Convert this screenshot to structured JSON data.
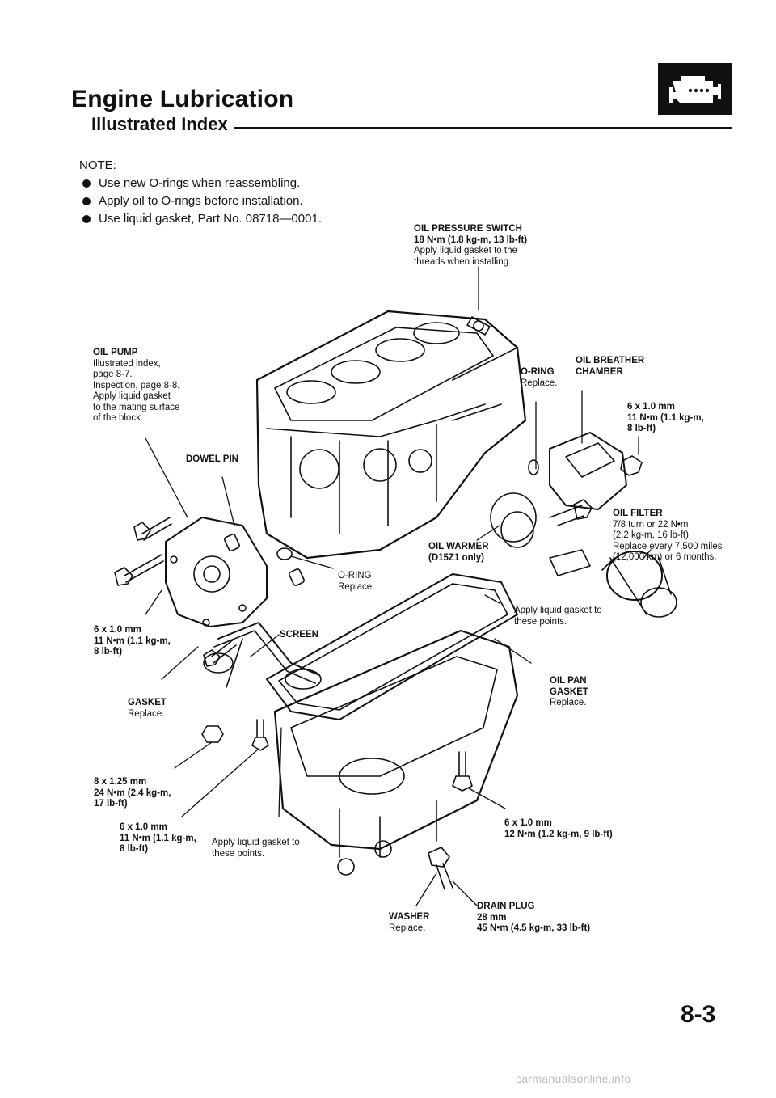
{
  "header": {
    "title": "Engine Lubrication",
    "subtitle": "Illustrated Index",
    "badge_icon": "engine-icon"
  },
  "notes": {
    "heading": "NOTE:",
    "items": [
      "Use new O-rings when reassembling.",
      "Apply oil to O-rings before installation.",
      "Use liquid gasket, Part No. 08718—0001."
    ]
  },
  "callouts": {
    "oil_pressure_switch": {
      "name": "OIL PRESSURE SWITCH",
      "spec": "18 N•m (1.8 kg-m, 13 lb-ft)",
      "note1": "Apply liquid gasket to the",
      "note2": "threads when installing."
    },
    "oil_pump": {
      "name": "OIL PUMP",
      "line1": "Illustrated index,",
      "line2": "page 8-7.",
      "line3": "Inspection, page 8-8.",
      "line4": "Apply liquid gasket",
      "line5": "to the mating surface",
      "line6": "of the block."
    },
    "o_ring_top": {
      "name": "O-RING",
      "note": "Replace."
    },
    "oil_breather": {
      "name1": "OIL BREATHER",
      "name2": "CHAMBER"
    },
    "breather_bolt": {
      "line1": "6 x 1.0 mm",
      "line2": "11 N•m (1.1 kg-m,",
      "line3": "8 lb-ft)"
    },
    "dowel_pin": {
      "name": "DOWEL PIN"
    },
    "oil_filter": {
      "name": "OIL FILTER",
      "line1": "7/8 turn or 22 N•m",
      "line2": "(2.2 kg-m, 16 lb-ft)",
      "line3": "Replace every 7,500 miles",
      "line4": "(12,000 km) or 6 months."
    },
    "oil_warmer": {
      "name": "OIL WARMER",
      "note": "(D15Z1 only)"
    },
    "o_ring_mid": {
      "name": "O-RING",
      "note": "Replace."
    },
    "pump_bolt": {
      "line1": "6 x 1.0 mm",
      "line2": "11 N•m (1.1 kg-m,",
      "line3": "8 lb-ft)"
    },
    "liquid_gasket_right": {
      "line1": "Apply liquid gasket to",
      "line2": "these points."
    },
    "screen": {
      "name": "SCREEN"
    },
    "oil_pan_gasket": {
      "name1": "OIL PAN",
      "name2": "GASKET",
      "note": "Replace."
    },
    "gasket": {
      "name": "GASKET",
      "note": "Replace."
    },
    "bolt_8x125": {
      "line1": "8 x 1.25 mm",
      "line2": "24 N•m (2.4 kg-m,",
      "line3": "17 lb-ft)"
    },
    "bolt_6x10_bottom": {
      "line1": "6 x 1.0 mm",
      "line2": "11 N•m (1.1 kg-m,",
      "line3": "8 lb-ft)"
    },
    "liquid_gasket_bottom": {
      "line1": "Apply liquid gasket to",
      "line2": "these points."
    },
    "pan_bolt": {
      "line1": "6 x 1.0 mm",
      "line2": "12 N•m (1.2 kg-m, 9 lb-ft)"
    },
    "washer": {
      "name": "WASHER",
      "note": "Replace."
    },
    "drain_plug": {
      "name": "DRAIN PLUG",
      "line1": "28 mm",
      "line2": "45 N•m (4.5 kg-m, 33 lb-ft)"
    }
  },
  "footer": {
    "page_number": "8-3",
    "watermark": "carmanualsonline.info"
  }
}
